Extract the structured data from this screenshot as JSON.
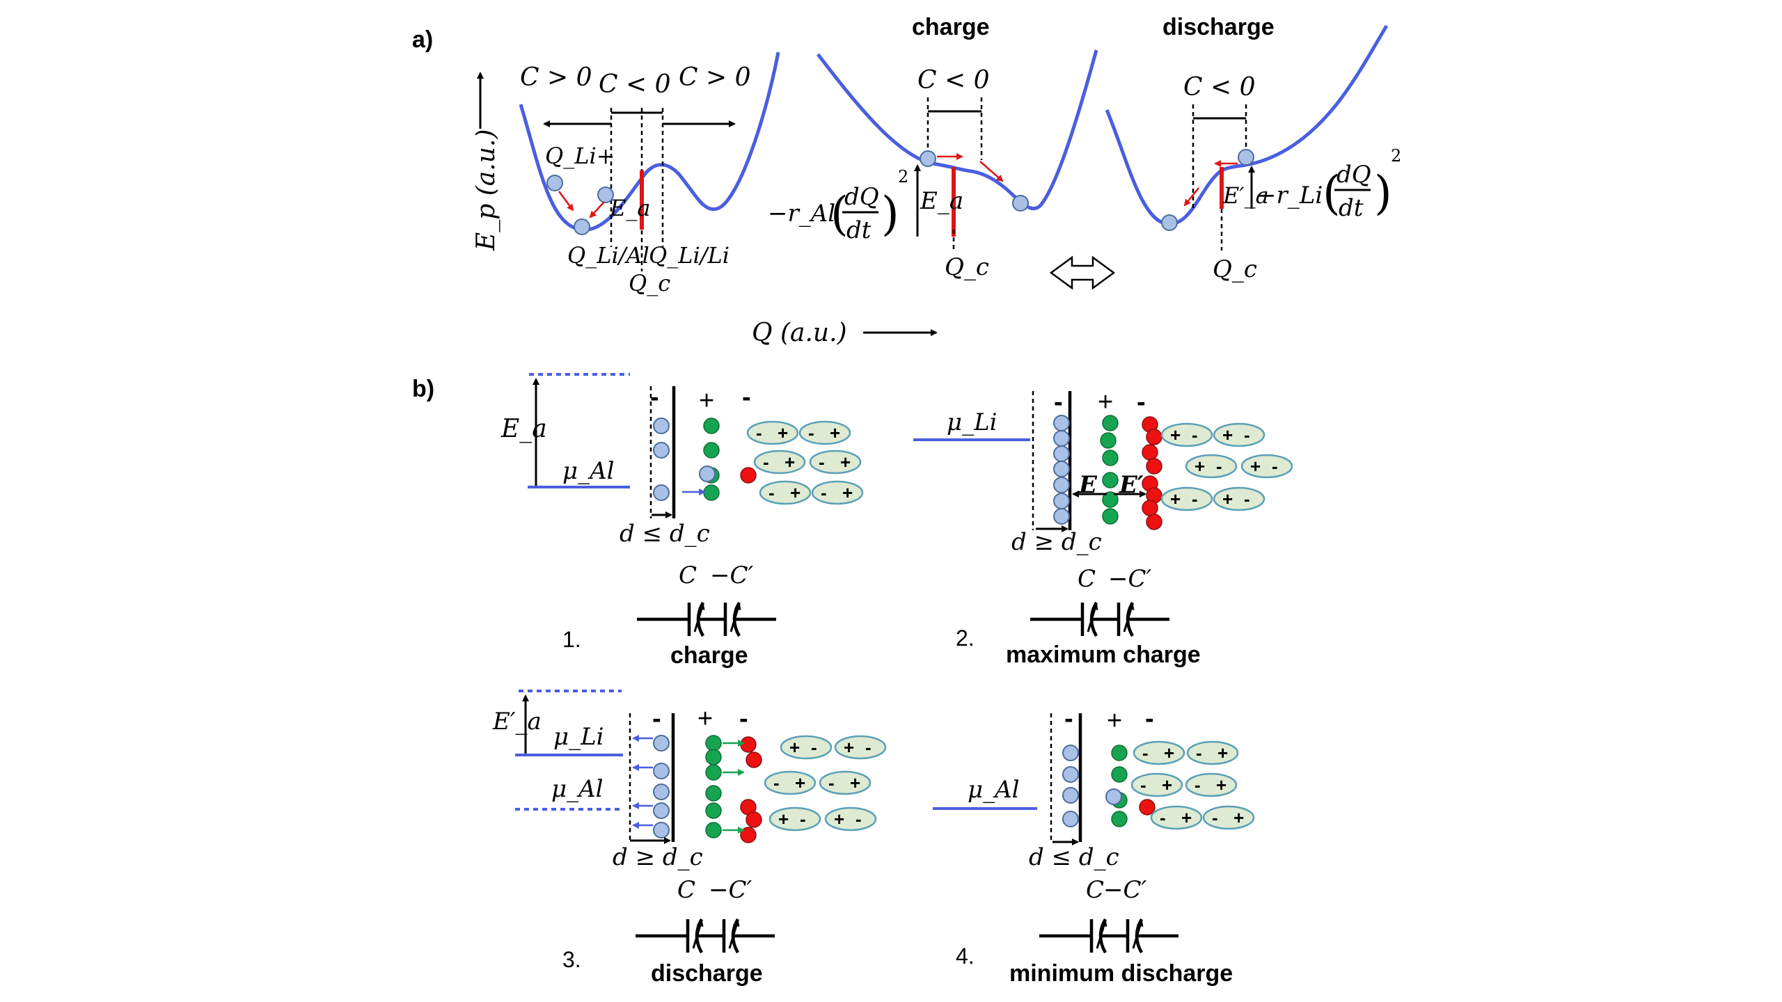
{
  "panel_a": {
    "label": "a)",
    "y_axis": "E_p (a.u.)",
    "x_axis": "Q (a.u.)",
    "left": {
      "c_pos_left": "C > 0",
      "c_neg": "C < 0",
      "c_pos_right": "C > 0",
      "q_li_plus": "Q_Li+",
      "ea": "E_a",
      "q_li_al": "Q_Li/Al",
      "qc": "Q_c",
      "q_li_li": "Q_Li/Li"
    },
    "charge": {
      "title": "charge",
      "c_neg": "C < 0",
      "damping": "−r_Al",
      "frac_num": "dQ",
      "frac_den": "dt",
      "power": "2",
      "ea": "E_a",
      "qc": "Q_c"
    },
    "discharge": {
      "title": "discharge",
      "c_neg": "C < 0",
      "ea": "E′_a",
      "damping": "−r_Li",
      "frac_num": "dQ",
      "frac_den": "dt",
      "power": "2",
      "qc": "Q_c"
    }
  },
  "panel_b": {
    "label": "b)",
    "s1": {
      "ea": "E_a",
      "mu": "μ_Al",
      "minus1": "-",
      "plus": "+",
      "minus2": "-",
      "d": "d ≤ d_c",
      "cap_c": "C",
      "cap_cp": "−C′",
      "num": "1.",
      "caption": "charge"
    },
    "s2": {
      "mu": "μ_Li",
      "minus1": "-",
      "plus": "+",
      "minus2": "-",
      "field_e": "E",
      "field_ep": "E′",
      "d": "d ≥ d_c",
      "cap_c": "C",
      "cap_cp": "−C′",
      "num": "2.",
      "caption": "maximum charge"
    },
    "s3": {
      "ea": "E′_a",
      "mu_li": "μ_Li",
      "mu_al": "μ_Al",
      "minus1": "-",
      "plus": "+",
      "minus2": "-",
      "d": "d ≥ d_c",
      "cap_c": "C",
      "cap_cp": "−C′",
      "num": "3.",
      "caption": "discharge"
    },
    "s4": {
      "mu": "μ_Al",
      "minus1": "-",
      "plus": "+",
      "minus2": "-",
      "d": "d ≤ d_c",
      "cap_c": "C",
      "cap_cp": "−C′",
      "num": "4.",
      "caption": "minimum discharge"
    },
    "pair_plus": "+",
    "pair_minus": "-"
  },
  "colors": {
    "curve": "#4a5ee0",
    "barrier": "#e01414",
    "ion_li": "#a9c1e6",
    "ion_cation": "#17a452",
    "ion_anion": "#ee1111",
    "pair": "#dfead2"
  }
}
